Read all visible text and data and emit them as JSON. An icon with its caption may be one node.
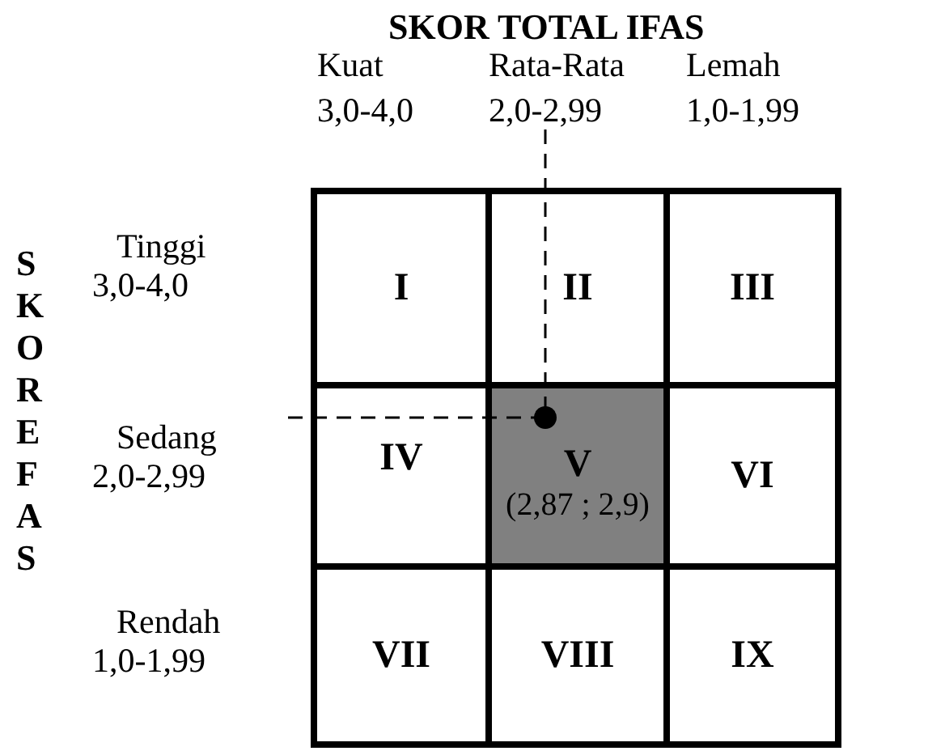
{
  "diagram": {
    "title": "SKOR TOTAL IFAS",
    "nodes": [
      {
        "text": [
          "I"
        ]
      },
      {
        "text": [
          "II"
        ]
      },
      {
        "text": [
          "III"
        ]
      },
      {
        "text": [
          "IV"
        ]
      },
      {
        "text": [
          "V",
          "(2,87 ; 2,9)"
        ]
      },
      {
        "text": [
          "VI"
        ]
      },
      {
        "text": [
          "VII"
        ]
      },
      {
        "text": [
          "VIII"
        ]
      },
      {
        "text": [
          "IX"
        ]
      }
    ],
    "edges": [],
    "labels": [
      "Kuat",
      "Rata-Rata",
      "Lemah",
      "3,0-4,0",
      "2,0-2,99",
      "1,0-1,99",
      "SKOR EFAS",
      "Tinggi",
      "3,0-4,0",
      "Sedang",
      "2,0-2,99",
      "Rendah",
      "1,0-1,99"
    ]
  }
}
